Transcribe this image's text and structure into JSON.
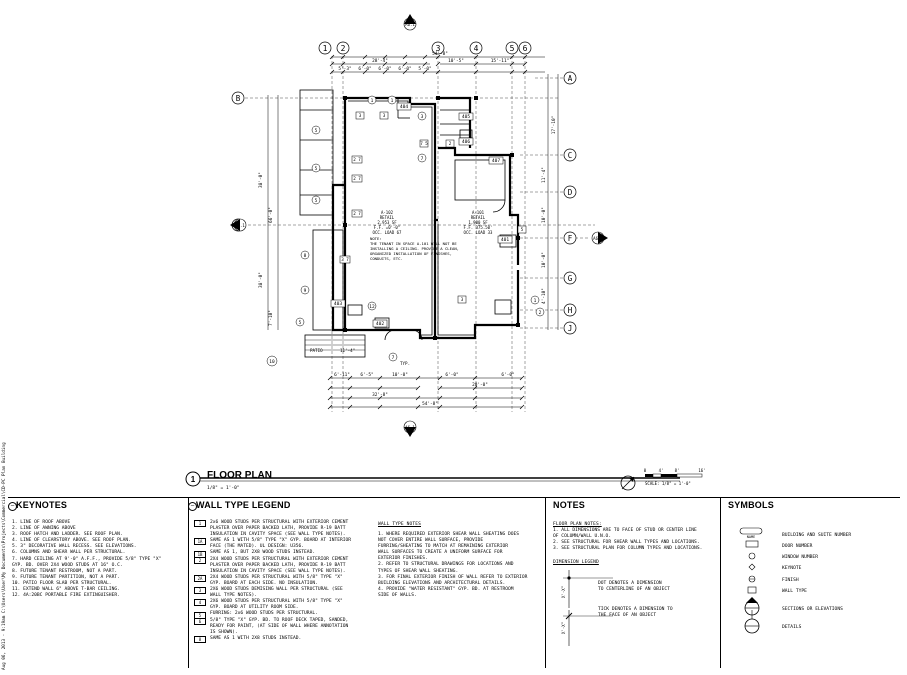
{
  "sheet": {
    "side_text": "Aug 06, 2013 - 9:19am C:\\Users\\User\\My Documents\\Projects\\Commercial\\CD-PC Plan Building"
  },
  "plan": {
    "title_number": "1",
    "title": "FLOOR PLAN",
    "scale_text": "1/8\" = 1'-0\"",
    "bar_scale_labels": [
      "0",
      "4'",
      "8'",
      "16'"
    ],
    "bar_scale_text": "SCALE: 1/8\" = 1'-0\"",
    "grid_top": [
      "1",
      "2",
      "3",
      "4",
      "5",
      "6"
    ],
    "grid_side": [
      "A",
      "B",
      "C",
      "D",
      "E",
      "F",
      "G",
      "H",
      "J"
    ],
    "dims_top": [
      "54'-8\"",
      "28'-4\"",
      "10'-5\"",
      "15'-11\"",
      "5'-3\"",
      "6'-0\"",
      "6'-0\"",
      "6'-0\"",
      "5'-0\""
    ],
    "dims_left": [
      "38'-0\"",
      "66'-0\"",
      "38'-0\"",
      "7'-10\""
    ],
    "dims_right": [
      "17'-10\"",
      "11'-4\"",
      "10'-0\"",
      "10'-0\"",
      "4'-10\""
    ],
    "dims_bottom": [
      "6'-11\"",
      "6'-5\"",
      "10'-0\"",
      "6'-0\"",
      "20'-0\"",
      "32'-8\"",
      "54'-8\"",
      "6'-0\""
    ],
    "rooms": [
      {
        "num": "404"
      },
      {
        "num": "405"
      },
      {
        "num": "406"
      },
      {
        "num": "407"
      },
      {
        "num": "401"
      },
      {
        "num": "403"
      },
      {
        "num": "402"
      }
    ],
    "space_a": [
      "A-102",
      "RETAIL",
      "2,953 SF",
      "F.F. =0'-0\"",
      "OCC. LOAD 67"
    ],
    "space_b": [
      "A-101",
      "RETAIL",
      "1,900 SF",
      "F.F. 375.50'",
      "OCC. LOAD 33"
    ],
    "note_lines": [
      "NOTE:",
      "THE TENANT IN SPACE A-101 WILL NOT BE",
      "INSTALLING A CEILING. PROVIDE A CLEAN,",
      "ORGANIZED INSTALLATION OF FINISHES,",
      "CONDUITS, ETC."
    ],
    "patio_label": "PATIO",
    "patio_dim": "11'-4\"",
    "typ_label": "TYP."
  },
  "keynotes": {
    "title": "KEYNOTES",
    "items": [
      "1.   LINE OF ROOF ABOVE",
      "2.   LINE OF AWNING ABOVE",
      "3.   ROOF HATCH AND LADDER. SEE ROOF PLAN.",
      "4.   LINE OF CLEARSTORY ABOVE. SEE ROOF PLAN.",
      "5.   3\" DECORATIVE WALL RECESS. SEE ELEVATIONS.",
      "6.   COLUMNS AND SHEAR WALL PER STRUCTURAL.",
      "7.   HARD CEILING AT 9'-0\" A.F.F., PROVIDE 5/8\" TYPE \"X\"",
      "     GYP. BD. OVER 2X4 WOOD STUDS AT 16\" O.C.",
      "8.   FUTURE TENANT RESTROOM, NOT A PART.",
      "9.   FUTURE TENANT PARTITION, NOT A PART.",
      "10.  PATIO FLOOR SLAB PER STRUCTURAL.",
      "11.  EXTEND WALL 6\" ABOVE T-BAR CEILING.",
      "12.  4A:20BC PORTABLE FIRE EXTINGUISHER."
    ]
  },
  "wall_legend": {
    "title": "WALL TYPE LEGEND",
    "items": [
      "2x6 WOOD STUDS PER STRUCTURAL WITH EXTERIOR CEMENT",
      "PLASTER OVER PAPER BACKED LATH, PROVIDE R-19 BATT",
      "INSULATION IN CAVITY SPACE (SEE WALL TYPE NOTES).",
      "SAME AS 1 WITH 5/8\" TYPE \"X\" GYP. BOARD AT INTERIOR",
      "FACE (THE MATED). UL DESIGN: U356.",
      "SAME AS 1, BUT 2X8 WOOD STUDS INSTEAD.",
      "2X4 WOOD STUDS PER STRUCTURAL WITH EXTERIOR CEMENT",
      "PLASTER OVER PAPER BACKED LATH, PROVIDE R-19 BATT",
      "INSULATION IN CAVITY SPACE (SEE WALL TYPE NOTES).",
      "2X4 WOOD STUDS PER STRUCTURAL WITH 5/8\" TYPE \"X\"",
      "GYP. BOARD AT EACH SIDE. NO INSULATION.",
      "2X6 WOOD STUDS DEMISING WALL PER STRUCTURAL (SEE",
      "WALL TYPE NOTES).",
      "2X6 WOOD STUDS PER STRUCTURAL WITH 5/8\" TYPE \"X\"",
      "GYP. BOARD AT UTILITY ROOM SIDE.",
      "FURRING: 2x6 WOOD STUDS PER STRUCTURAL.",
      "5/8\" TYPE \"X\" GYP. BD. TO ROOF DECK TAPED, SANDED,",
      "READY FOR PAINT, (AT SIDE OF WALL WHERE ANNOTATION",
      "IS SHOWN).",
      "SAME AS 1 WITH 2X8 STUDS INSTEAD."
    ],
    "tags": [
      "1",
      "1A",
      "1B",
      "2",
      "2A",
      "3",
      "4",
      "5",
      "6",
      "8"
    ],
    "notes_title": "WALL TYPE NOTES",
    "notes": [
      "1.   WHERE REQUIRED EXTERIOR SHEAR WALL SHEATING DOES",
      "     NOT COVER ENTIRE WALL SURFACE, PROVIDE",
      "     FURRING/SHEATING TO MATCH AT REMAINING EXTERIOR",
      "     WALL SURFACES TO CREATE A UNIFORM SURFACE FOR",
      "     EXTERIOR FINISHES.",
      "2.   REFER TO STRUCTURAL DRAWINGS FOR LOCATIONS AND",
      "     TYPES OF SHEAR WALL SHEATING.",
      "3.   FOR FINAL EXTERIOR FINISH OF WALL REFER TO EXTERIOR",
      "     BUILDING ELEVATIONS AND ARCHITECTURAL DETAILS.",
      "4.   PROVIDE \"WATER RESISTANT\" GYP. BD. AT RESTROOM",
      "     SIDE OF WALLS."
    ]
  },
  "notes": {
    "title": "NOTES",
    "floor_notes_title": "FLOOR PLAN NOTES:",
    "floor_notes": [
      "1. ALL DIMENSIONS ARE TO FACE OF STUD OR CENTER LINE",
      "   OF COLUMN/WALL U.N.O.",
      "2. SEE STRUCTURAL FOR SHEAR WALL TYPES AND LOCATIONS.",
      "3. SEE STRUCTURAL PLAN FOR COLUMN TYPES AND LOCATIONS."
    ],
    "dim_legend_title": "DIMENSION LEGEND",
    "dim_dot_text": [
      "DOT DENOTES A DIMENSION",
      "TO CENTERLINE OF AN OBJECT"
    ],
    "dim_tick_text": [
      "TICK DENOTES A DIMENSION TO",
      "THE FACE OF AN OBJECT"
    ],
    "dim_sample": "X'-X\""
  },
  "symbols": {
    "title": "SYMBOLS",
    "items": [
      "BUILDING AND SUITE NUMBER",
      "DOOR NUMBER",
      "WINDOW NUMBER",
      "KEYNOTE",
      "FINISH",
      "WALL TYPE",
      "SECTIONS OR ELEVATIONS",
      "DETAILS"
    ],
    "sample_tag": "NAME"
  }
}
